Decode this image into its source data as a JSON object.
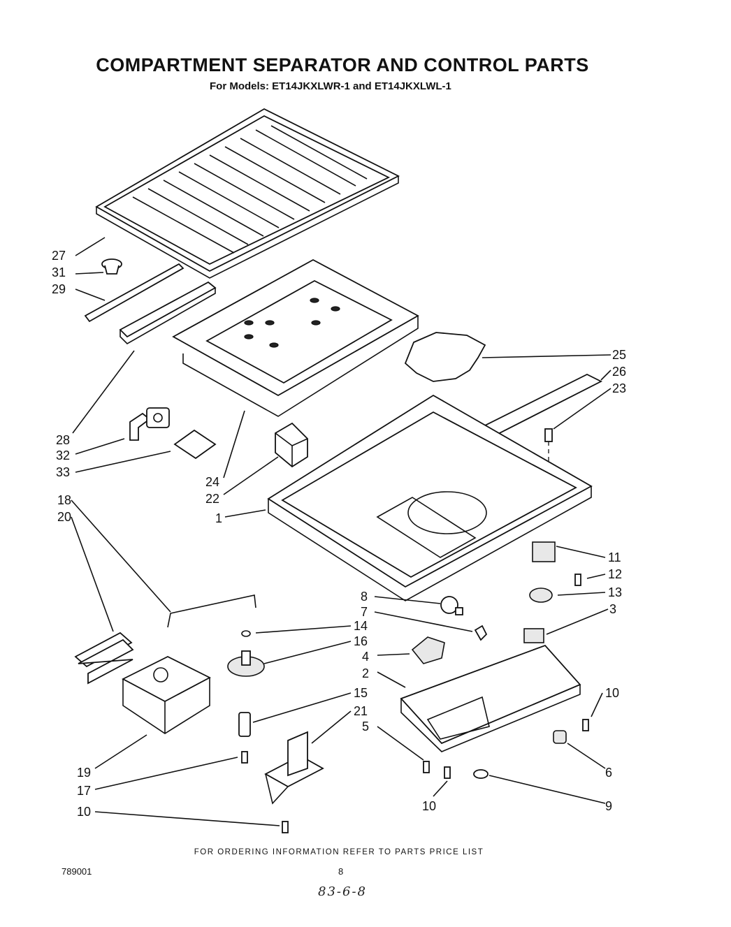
{
  "header": {
    "title": "COMPARTMENT SEPARATOR AND CONTROL PARTS",
    "subtitle": "For Models: ET14JKXLWR-1  and ET14JKXLWL-1"
  },
  "footer": {
    "ordering_note": "FOR ORDERING INFORMATION REFER TO PARTS PRICE LIST",
    "doc_number": "789001",
    "page_number": "8",
    "handwritten_note": "83-6-8"
  },
  "callouts": {
    "c27": "27",
    "c31": "31",
    "c29": "29",
    "c28": "28",
    "c32": "32",
    "c33": "33",
    "c24": "24",
    "c22": "22",
    "c25": "25",
    "c26": "26",
    "c23": "23",
    "c1": "1",
    "c18": "18",
    "c20": "20",
    "c11": "11",
    "c12": "12",
    "c13": "13",
    "c8": "8",
    "c7": "7",
    "c3": "3",
    "c14": "14",
    "c16": "16",
    "c4": "4",
    "c2": "2",
    "c15": "15",
    "c10a": "10",
    "c21": "21",
    "c5": "5",
    "c19": "19",
    "c17": "17",
    "c6": "6",
    "c10b": "10",
    "c9": "9",
    "c10c": "10"
  }
}
